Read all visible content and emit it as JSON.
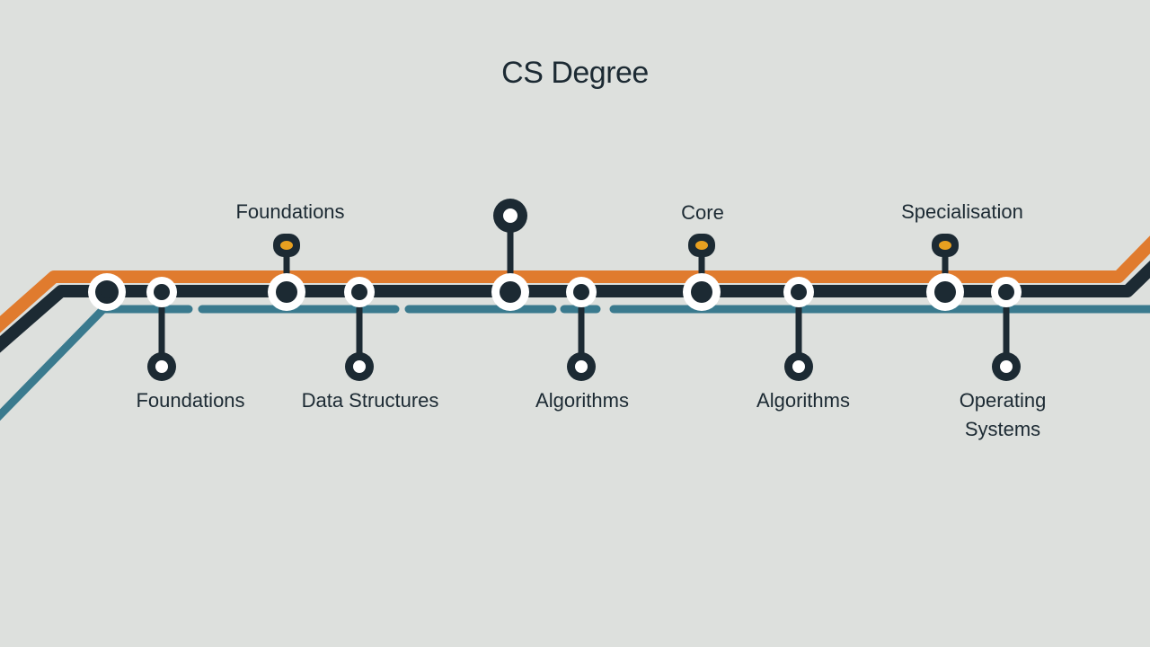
{
  "title": "CS Degree",
  "colors": {
    "background": "#dde0dd",
    "orange_track": "#e07b2e",
    "dark_track": "#1c2a33",
    "teal_track": "#3a7a8e",
    "accent_dot": "#e8a020",
    "node_ring": "#ffffff"
  },
  "top_labels": [
    {
      "text": "Foundations"
    },
    {
      "text": "Core"
    },
    {
      "text": "Specialisation"
    }
  ],
  "bottom_labels": [
    {
      "text": "Foundations"
    },
    {
      "text": "Data Structures"
    },
    {
      "text": "Algorithms"
    },
    {
      "text": "Algorithms"
    },
    {
      "text": "Operating Systems"
    }
  ]
}
